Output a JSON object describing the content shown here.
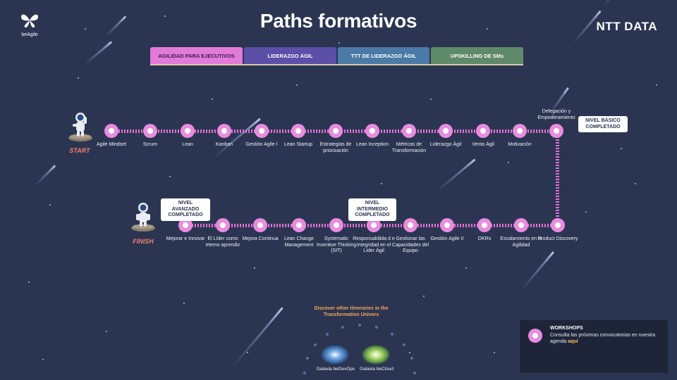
{
  "header": {
    "title": "Paths formativos",
    "brand_left": "beAgile",
    "brand_right": "NTT DATA"
  },
  "tabs": [
    {
      "label": "AGILIDAD PARA EJECUTIVOS",
      "color": "#e27ad8",
      "text_color": "#3a1d4a"
    },
    {
      "label": "LIDERAZGO ÁGIL",
      "color": "#5b4fa8",
      "text_color": "#ffffff"
    },
    {
      "label": "TTT DE LIDERAZGO ÁGIL",
      "color": "#4a7aa8",
      "text_color": "#ffffff"
    },
    {
      "label": "UPSKILLING DE SMs",
      "color": "#5e8a6a",
      "text_color": "#ffffff"
    }
  ],
  "path": {
    "start_label": "START",
    "finish_label": "FINISH",
    "badges": {
      "basic": "NIVEL BÁSICO COMPLETADO",
      "intermediate": "NIVEL INTERMEDIO COMPLETADO",
      "advanced": "NIVEL AVANZADO COMPLETADO"
    },
    "row1": [
      "Agile Mindset",
      "Scrum",
      "Lean",
      "Kanban",
      "Gestión Agile I",
      "Lean Startup",
      "Estrategias de priorización",
      "Lean Inception",
      "Métricas de Transformación",
      "Liderazgo Ágil",
      "Venta Ágil",
      "Motivación",
      "Delegación y Empoderamiento"
    ],
    "row2": [
      "Mejorar e Innovar",
      "El Líder como eterno aprendiz",
      "Mejora Continua",
      "Lean Change Management",
      "Systematic Inventive Thinking (SIT)",
      "Responsabilida d e Integridad en el Líder Ágil",
      "Gestionar las Capacidades del Equipo",
      "Gestión Agile II",
      "OKRs",
      "Escalamiento en la Agilidad",
      "Product Discovery"
    ]
  },
  "discover": {
    "title": "Discover other itineraries in the Transformation Univers",
    "galaxies": [
      "Galaxia beDevOps",
      "Galaxia beCloud"
    ]
  },
  "workshop": {
    "title": "WORKSHOPS",
    "text": "Consulta las próximas convocatorias en nuestra agenda",
    "link": "aquí"
  },
  "colors": {
    "background": "#2b3551",
    "node": "#e88ce0",
    "track": "#e070d0",
    "start_finish": "#f08070",
    "discover_text": "#f2a65a",
    "link": "#f2c14e"
  }
}
